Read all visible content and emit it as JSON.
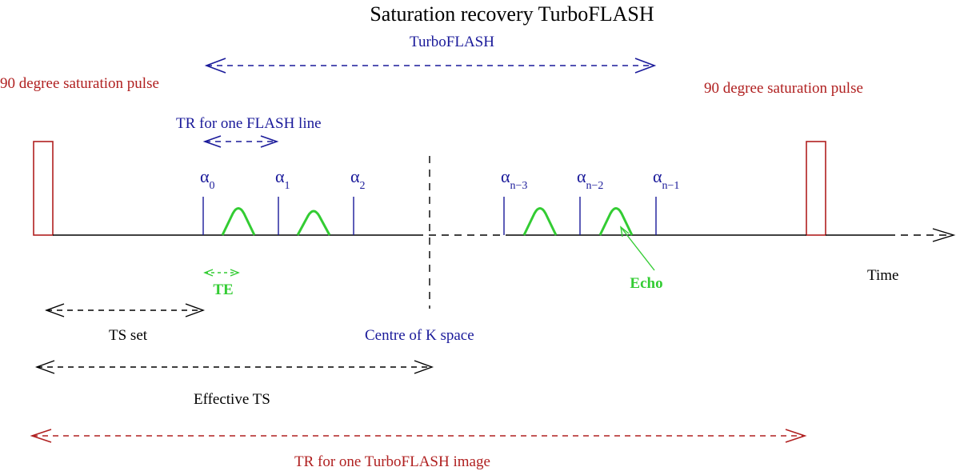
{
  "diagram": {
    "title": "Saturation recovery TurboFLASH",
    "turboflash_label": "TurboFLASH",
    "sat_pulse_left_label": "90 degree saturation pulse",
    "sat_pulse_right_label": "90 degree saturation pulse",
    "tr_line_label": "TR for one FLASH line",
    "alpha_symbol": "α",
    "alphas": [
      "0",
      "1",
      "2",
      "n−3",
      "n−2",
      "n−1"
    ],
    "te_label": "TE",
    "echo_label": "Echo",
    "time_label": "Time",
    "ts_set_label": "TS set",
    "centre_label": "Centre of K space",
    "effective_ts_label": "Effective TS",
    "tr_image_label": "TR for one TurboFLASH image",
    "colors": {
      "blue": "#1a1a9a",
      "red": "#b02020",
      "green": "#33cc33",
      "black": "#000000"
    }
  }
}
